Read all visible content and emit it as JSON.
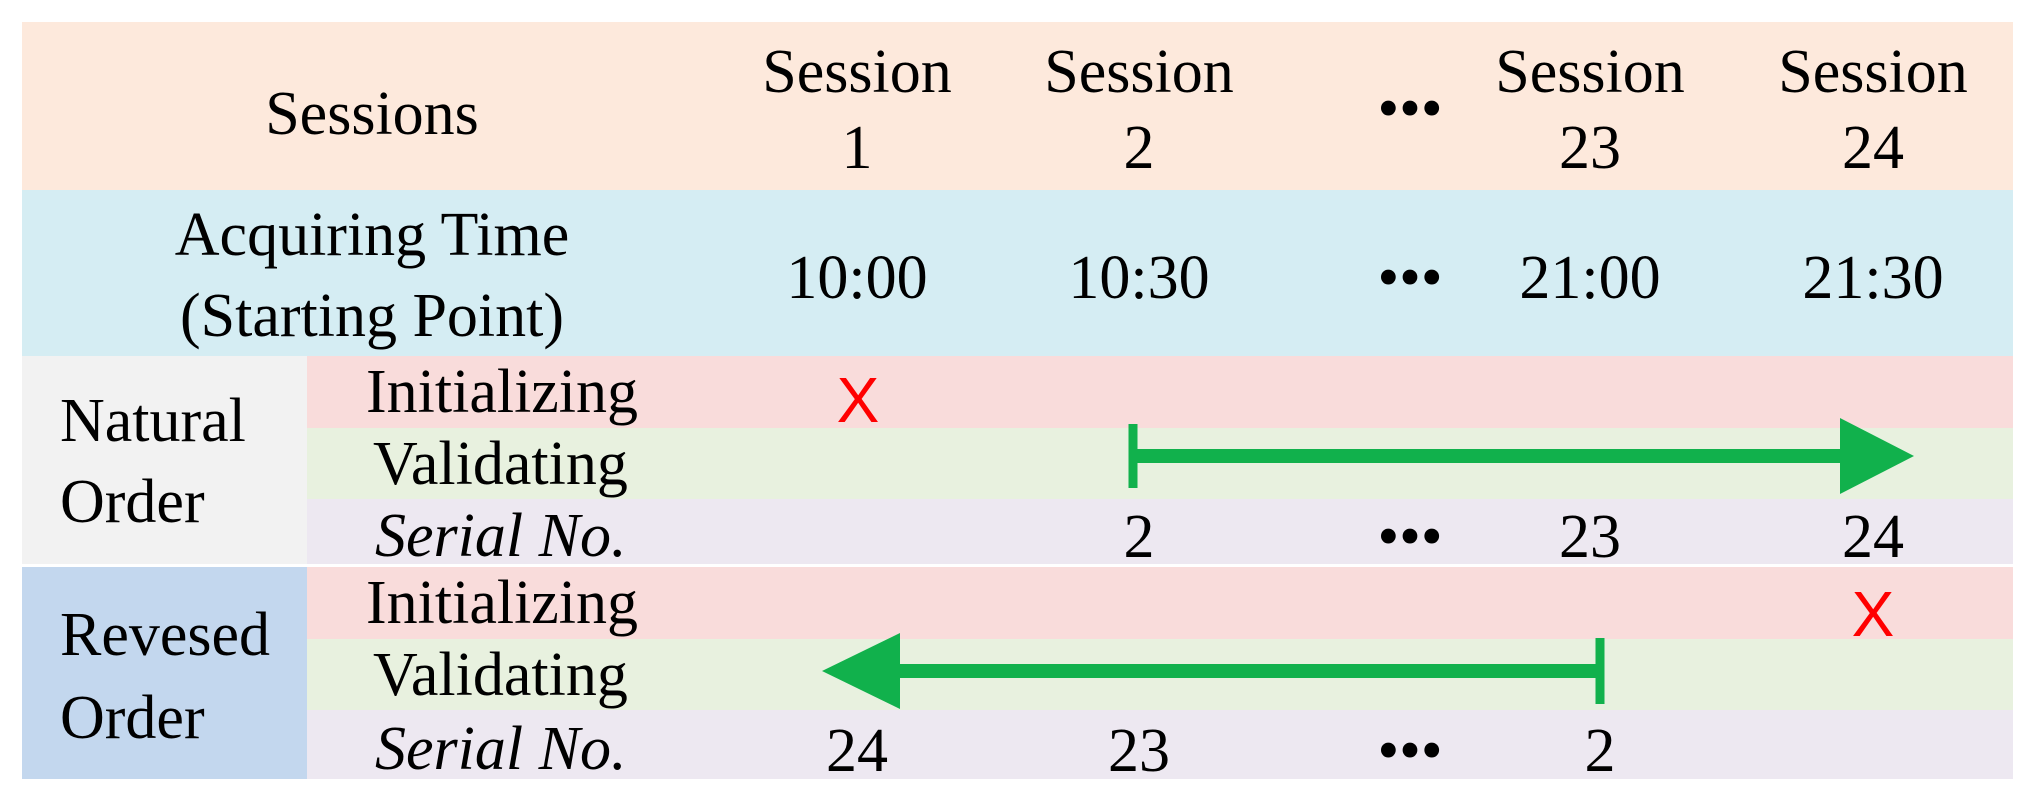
{
  "colors": {
    "header_bg": "#fde9dc",
    "time_bg": "#d5edf3",
    "natural_label_bg": "#f2f2f2",
    "reversed_label_bg": "#c3d7ee",
    "initializing_bg": "#f9dcdb",
    "validating_bg": "#e8f1df",
    "serial_bg": "#ede8f1",
    "arrow": "#11b14c",
    "cross": "#ff0000"
  },
  "header": {
    "row_label": "Sessions",
    "sessions": [
      {
        "line1": "Session",
        "line2": "1"
      },
      {
        "line1": "Session",
        "line2": "2"
      },
      {
        "line1": "•••",
        "line2": ""
      },
      {
        "line1": "Session",
        "line2": "23"
      },
      {
        "line1": "Session",
        "line2": "24"
      }
    ]
  },
  "time_row": {
    "label_line1": "Acquiring Time",
    "label_line2": "(Starting Point)",
    "values": [
      "10:00",
      "10:30",
      "•••",
      "21:00",
      "21:30"
    ]
  },
  "natural": {
    "label_line1": "Natural",
    "label_line2": "Order",
    "initializing": "Initializing",
    "validating": "Validating",
    "serial_label": "Serial No.",
    "serials": [
      "",
      "2",
      "•••",
      "23",
      "24"
    ],
    "init_mark": "X",
    "arrow_direction": "right"
  },
  "reversed": {
    "label_line1": "Revesed",
    "label_line2": "Order",
    "initializing": "Initializing",
    "validating": "Validating",
    "serial_label": "Serial No.",
    "serials": [
      "24",
      "23",
      "•••",
      "2",
      ""
    ],
    "init_mark": "X",
    "arrow_direction": "left"
  }
}
